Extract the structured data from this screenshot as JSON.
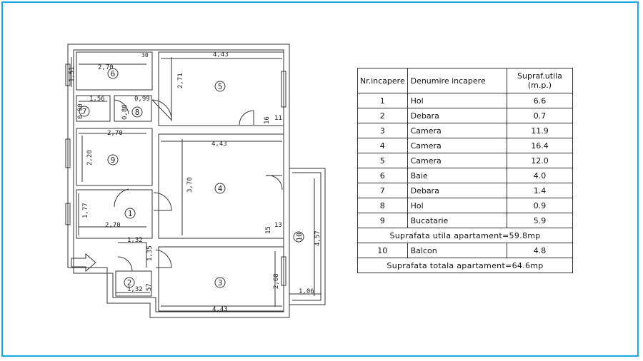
{
  "plan": {
    "dimensions": {
      "d1": "2,70",
      "d2": "30",
      "d3": "4,43",
      "d4": "1,51",
      "d5": "2,71",
      "d6": "1,56",
      "d7": "0,99",
      "d8": "0,90",
      "d9": "0,80",
      "d10": "16",
      "d11": "11",
      "d12": "2,70",
      "d13": "4,43",
      "d14": "2,20",
      "d15": "3,70",
      "d16": "1,77",
      "d17": "2,70",
      "d18": "15",
      "d19": "13",
      "d20": "4,57",
      "d21": "1,32",
      "d22": "1,35",
      "d23": "2,68",
      "d24": "57",
      "d25": "1,32",
      "d26": "1,06",
      "d27": "4,43"
    },
    "room_numbers": {
      "r1": "1",
      "r2": "2",
      "r3": "3",
      "r4": "4",
      "r5": "5",
      "r6": "6",
      "r7": "7",
      "r8": "8",
      "r9": "9",
      "r10": "10"
    }
  },
  "table": {
    "headers": {
      "nr": "Nr.incapere",
      "name": "Denumire incapere",
      "area_line1": "Supraf.utila",
      "area_line2": "(m.p.)"
    },
    "rows": [
      {
        "nr": "1",
        "name": "Hol",
        "area": "6.6"
      },
      {
        "nr": "2",
        "name": "Debara",
        "area": "0.7"
      },
      {
        "nr": "3",
        "name": "Camera",
        "area": "11.9"
      },
      {
        "nr": "4",
        "name": "Camera",
        "area": "16.4"
      },
      {
        "nr": "5",
        "name": "Camera",
        "area": "12.0"
      },
      {
        "nr": "6",
        "name": "Baie",
        "area": "4.0"
      },
      {
        "nr": "7",
        "name": "Debara",
        "area": "1.4"
      },
      {
        "nr": "8",
        "name": "Hol",
        "area": "0.9"
      },
      {
        "nr": "9",
        "name": "Bucatarie",
        "area": "5.9"
      }
    ],
    "useful_summary": "Suprafata utila apartament=59.8mp",
    "balcony_row": {
      "nr": "10",
      "name": "Balcon",
      "area": "4.8"
    },
    "total_summary": "Suprafata totala apartament=64.6mp"
  },
  "colors": {
    "frame": "#1aa8e8",
    "lines": "#333333"
  }
}
